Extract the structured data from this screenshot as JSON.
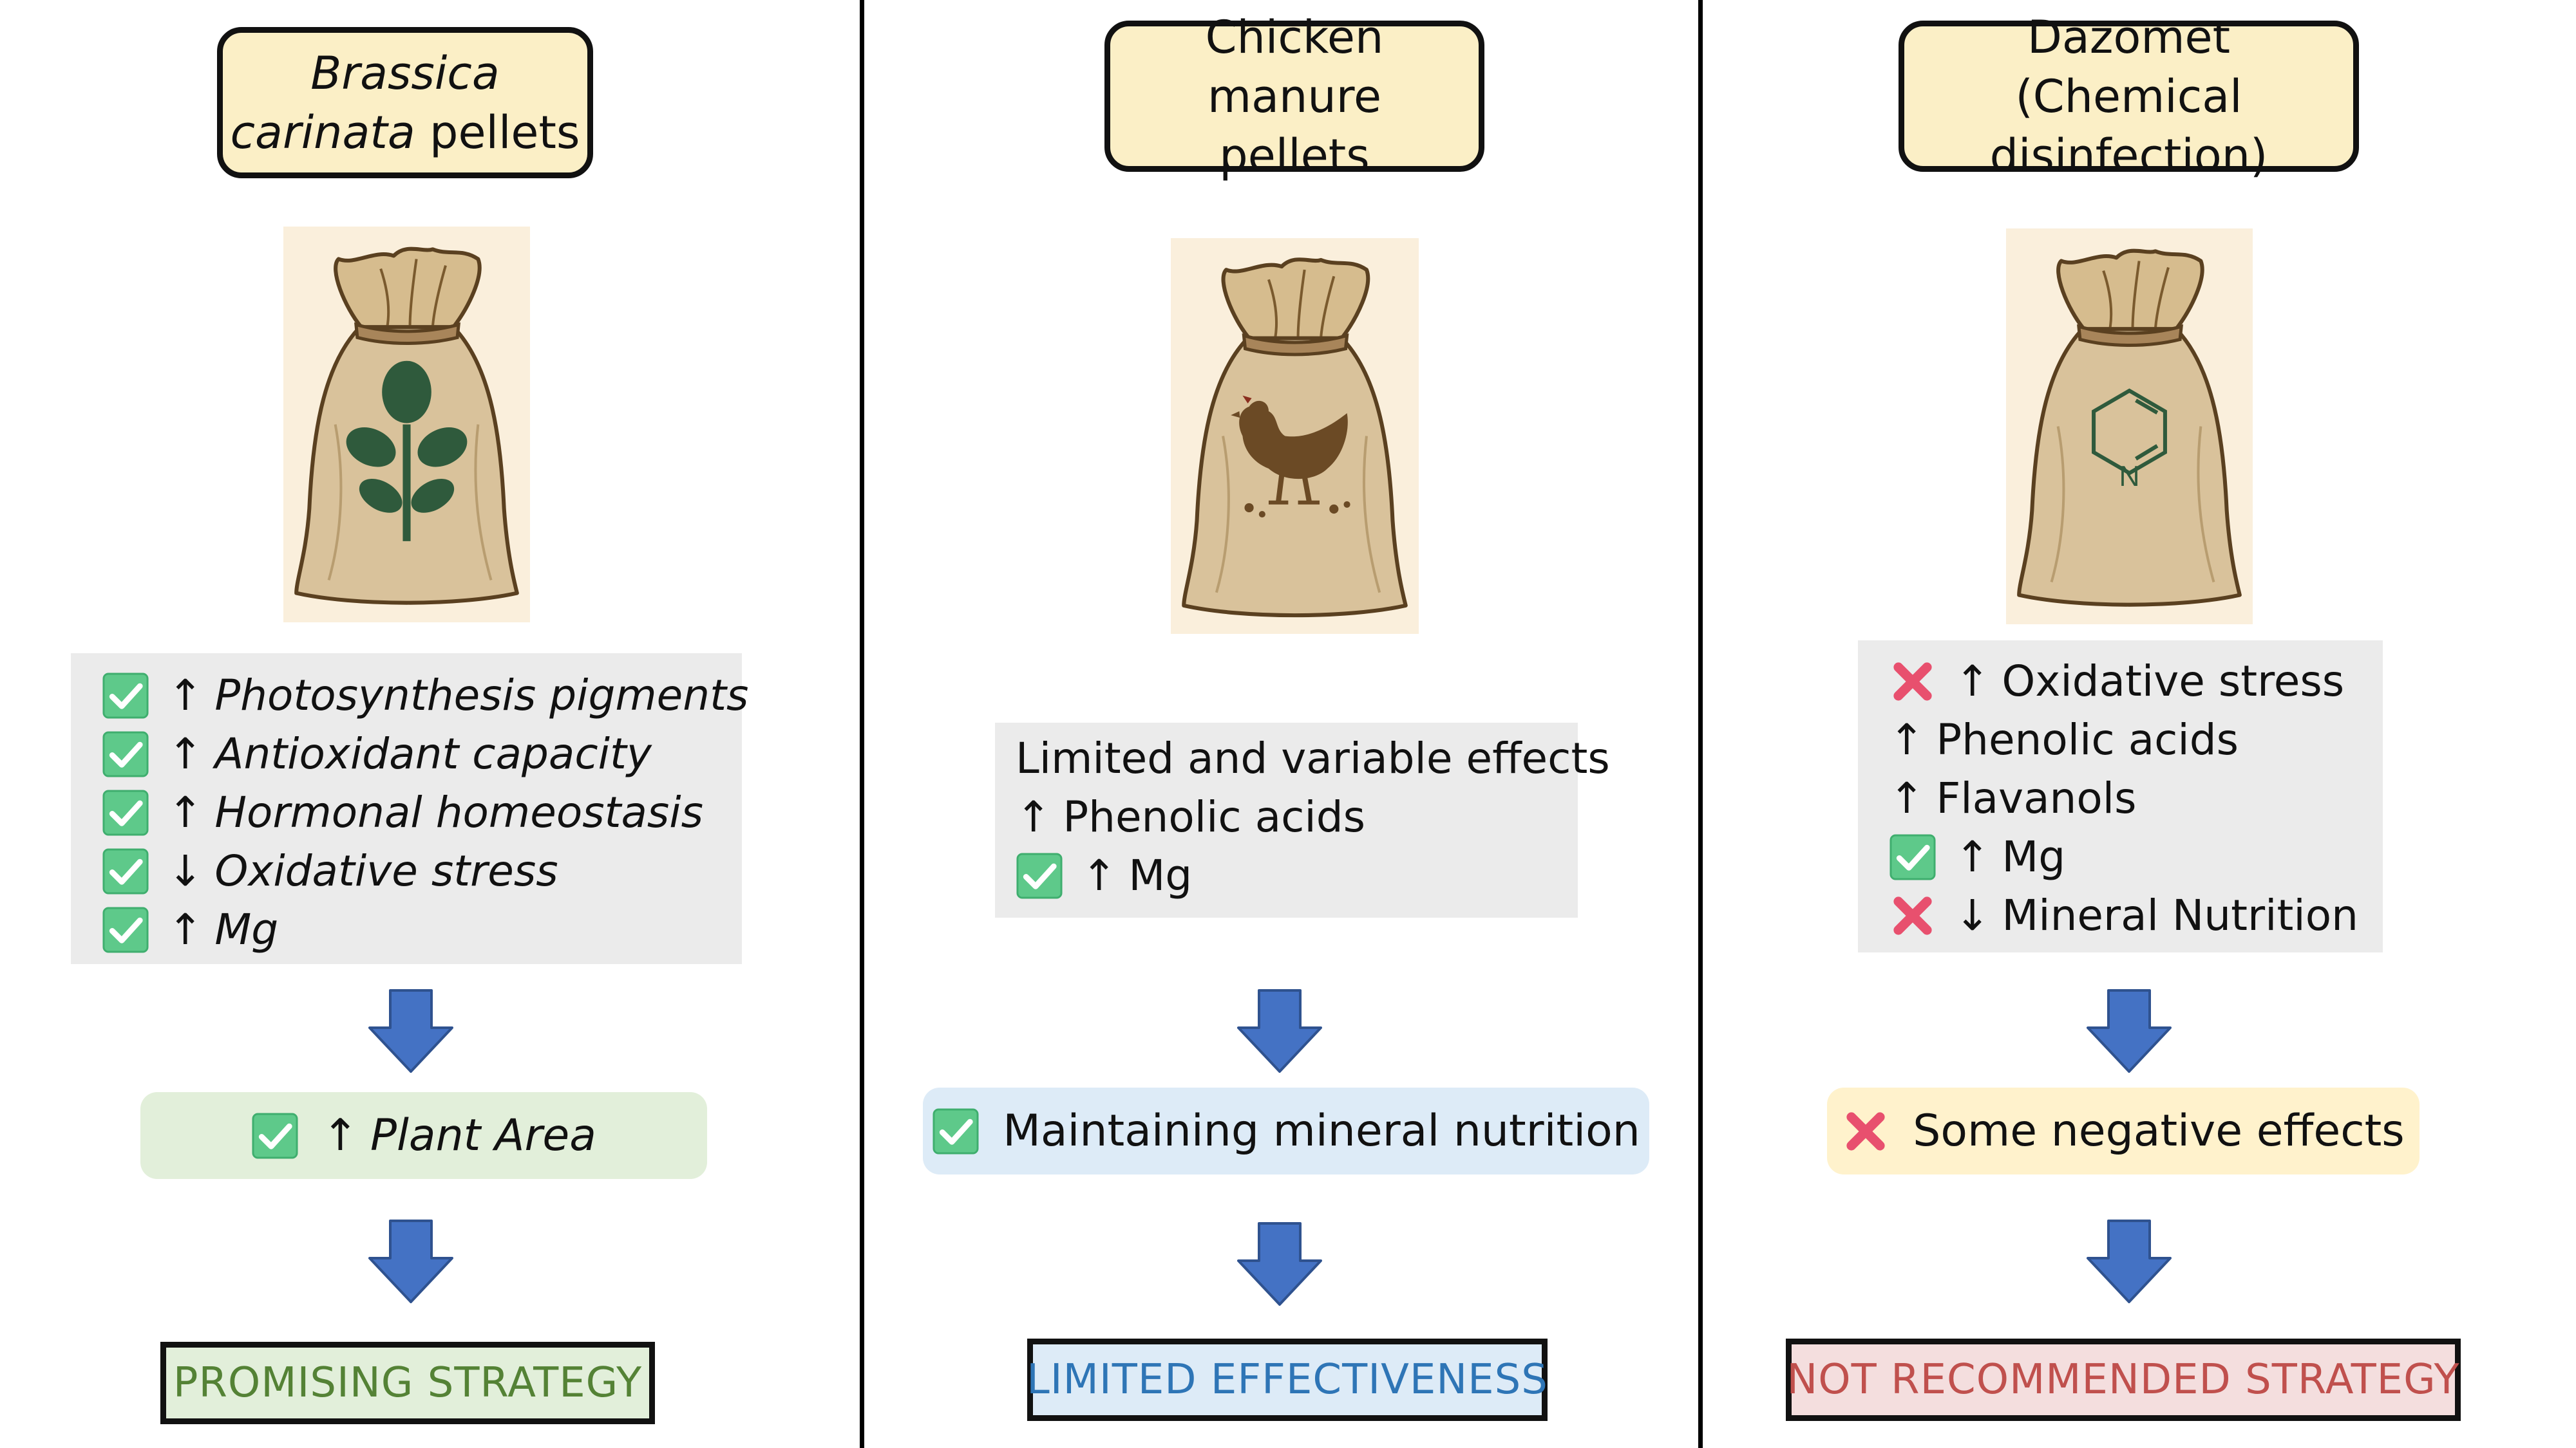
{
  "columns": [
    {
      "title_italic": "Brassica carinata",
      "title_rest": " pellets",
      "bag_icon": "plant-sprout-icon",
      "effects": [
        {
          "mark": "check",
          "arrow": "↑",
          "text": "Photosynthesis pigments"
        },
        {
          "mark": "check",
          "arrow": "↑",
          "text": "Antioxidant capacity"
        },
        {
          "mark": "check",
          "arrow": "↑",
          "text": "Hormonal homeostasis"
        },
        {
          "mark": "check",
          "arrow": "↓",
          "text": "Oxidative stress"
        },
        {
          "mark": "check",
          "arrow": "↑",
          "text": "Mg"
        }
      ],
      "outcome": {
        "mark": "check",
        "arrow": "↑",
        "text": "Plant Area"
      },
      "verdict": "PROMISING STRATEGY"
    },
    {
      "title": "Chicken manure pellets",
      "bag_icon": "chicken-icon",
      "effects_header": "Limited and variable effects",
      "effects": [
        {
          "mark": "none",
          "arrow": "↑",
          "text": "Phenolic acids"
        },
        {
          "mark": "check",
          "arrow": "↑",
          "text": "Mg"
        }
      ],
      "outcome": {
        "mark": "check",
        "text": "Maintaining mineral nutrition"
      },
      "verdict": "LIMITED EFFECTIVENESS"
    },
    {
      "title": "Dazomet (Chemical disinfection)",
      "bag_icon": "pyridine-ring-icon",
      "ring_atom": "N",
      "effects": [
        {
          "mark": "cross",
          "arrow": "↑",
          "text": "Oxidative stress"
        },
        {
          "mark": "none",
          "arrow": "↑",
          "text": "Phenolic acids"
        },
        {
          "mark": "none",
          "arrow": "↑",
          "text": "Flavanols"
        },
        {
          "mark": "check",
          "arrow": "↑",
          "text": "Mg"
        },
        {
          "mark": "cross",
          "arrow": "↓",
          "text": "Mineral Nutrition"
        }
      ],
      "outcome": {
        "mark": "cross",
        "text": "Some negative effects"
      },
      "verdict": "NOT RECOMMENDED STRATEGY"
    }
  ],
  "colors": {
    "title_fill": "#fbefc6",
    "effects_fill": "#ebebeb",
    "arrow_blue": "#4472c4",
    "check_green": "#5ec98a",
    "cross_red": "#e8506e",
    "green_outcome_fill": "#e2efda",
    "blue_outcome_fill": "#ddebf7",
    "yellow_outcome_fill": "#fff2cc",
    "green_verdict_fill": "#e2efda",
    "green_verdict_text": "#548235",
    "blue_verdict_fill": "#ddebf7",
    "blue_verdict_text": "#2e75b6",
    "red_verdict_fill": "#f4dede",
    "red_verdict_text": "#c0504d"
  }
}
